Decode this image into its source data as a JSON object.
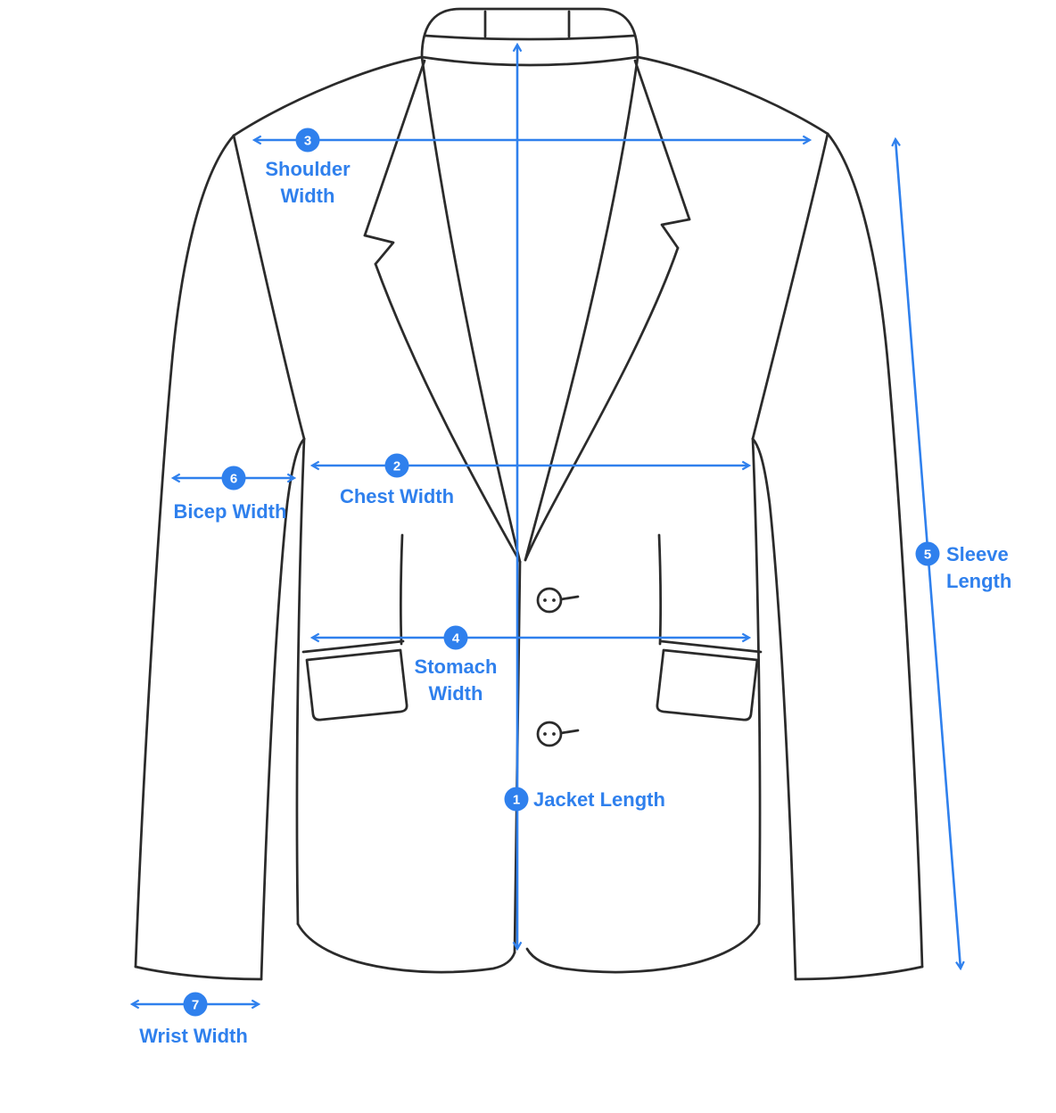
{
  "diagram": {
    "accent_color": "#2F80ED",
    "outline_color": "#2b2b2b",
    "background_color": "#ffffff"
  },
  "measurements": {
    "jacket_length": {
      "num": "1",
      "label": "Jacket Length"
    },
    "chest_width": {
      "num": "2",
      "label": "Chest Width"
    },
    "shoulder_width": {
      "num": "3",
      "line1": "Shoulder",
      "line2": "Width"
    },
    "stomach_width": {
      "num": "4",
      "line1": "Stomach",
      "line2": "Width"
    },
    "sleeve_length": {
      "num": "5",
      "line1": "Sleeve",
      "line2": "Length"
    },
    "bicep_width": {
      "num": "6",
      "label": "Bicep Width"
    },
    "wrist_width": {
      "num": "7",
      "label": "Wrist Width"
    }
  }
}
